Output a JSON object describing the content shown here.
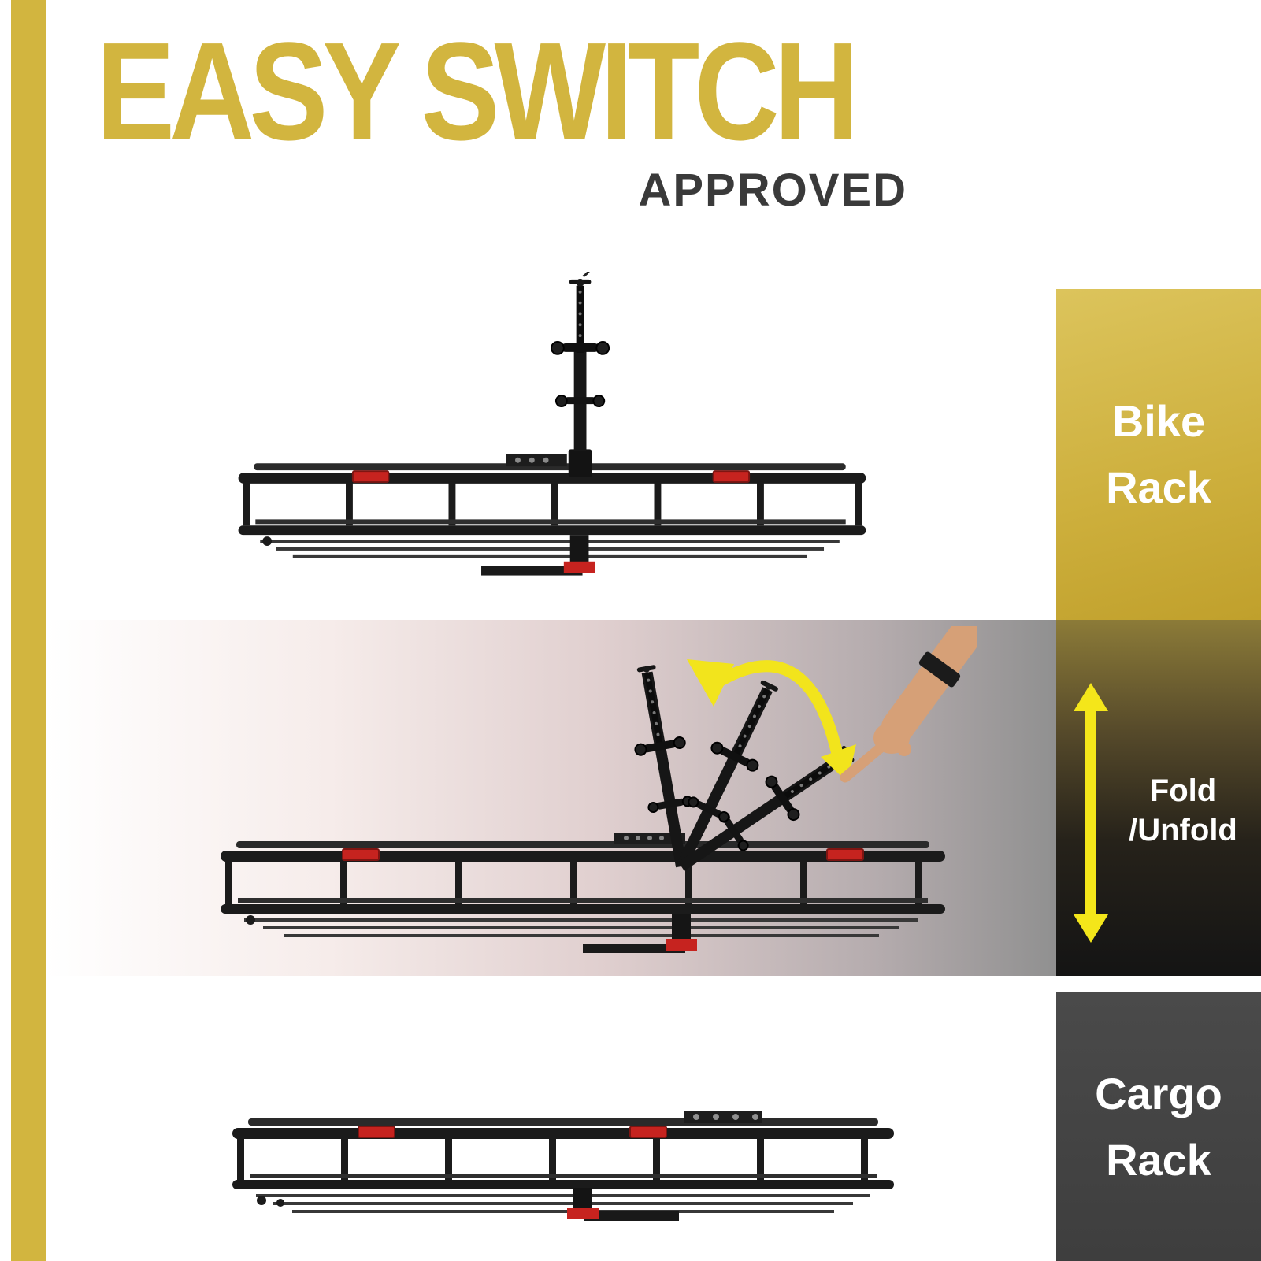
{
  "header": {
    "title": "EASY SWITCH",
    "subtitle": "APPROVED"
  },
  "side_panel": {
    "bike_rack": {
      "line1": "Bike",
      "line2": "Rack"
    },
    "fold_unfold": {
      "line1": "Fold",
      "line2": "/Unfold"
    },
    "cargo_rack": {
      "line1": "Cargo",
      "line2": "Rack"
    }
  },
  "icons": {
    "up_down_arrow": "vertical double-headed fold/unfold arrow",
    "curve_arrow": "curved fold-motion arrow",
    "pointing_hand": "hand pointing at folding mast"
  },
  "colors": {
    "accent_yellow": "#d2b53f",
    "approved_gray": "#3a3a3a",
    "arrow_yellow": "#f2e41c",
    "reflector_red": "#c6231f",
    "frame_black": "#1b1b1b",
    "cargo_box_gray": "#3e3e3e"
  }
}
